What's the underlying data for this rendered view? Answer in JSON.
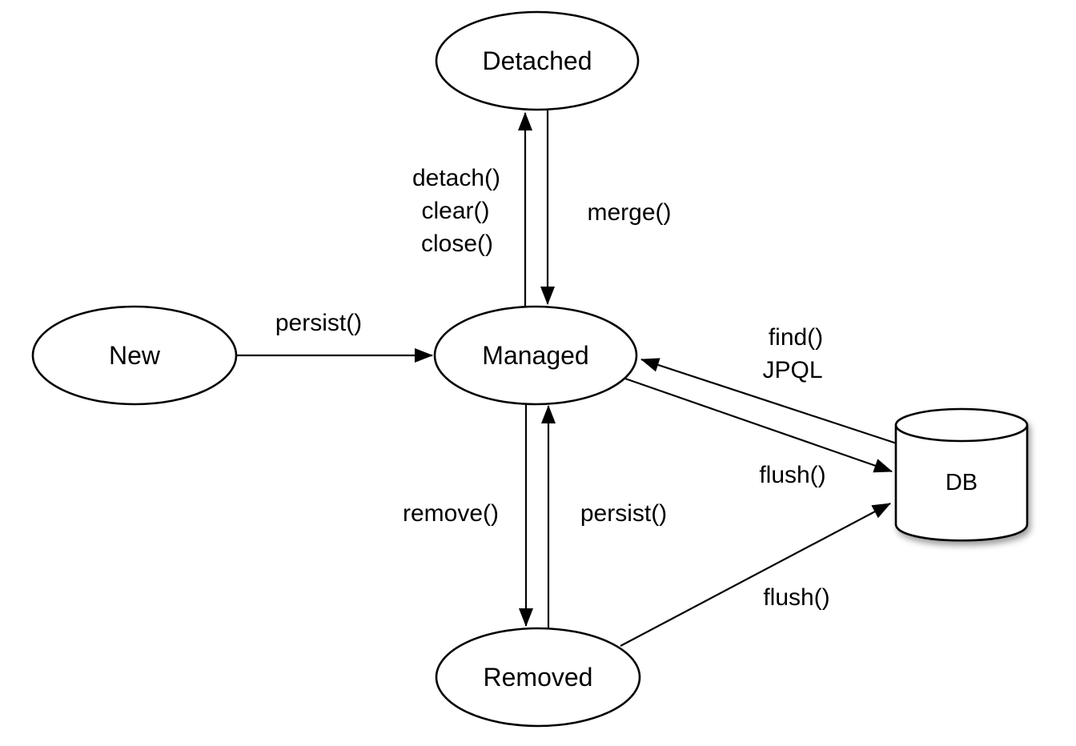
{
  "diagram": {
    "type": "state-diagram",
    "background": "#ffffff",
    "stroke_color": "#000000",
    "nodes": {
      "new": "New",
      "detached": "Detached",
      "managed": "Managed",
      "removed": "Removed",
      "db": "DB"
    },
    "edge_labels": {
      "persist_new_to_managed": "persist()",
      "detach": "detach()",
      "clear": "clear()",
      "close": "close()",
      "merge": "merge()",
      "find": "find()",
      "jpql": "JPQL",
      "flush_managed_to_db": "flush()",
      "remove": "remove()",
      "persist_removed_to_managed": "persist()",
      "flush_removed_to_db": "flush()"
    }
  }
}
